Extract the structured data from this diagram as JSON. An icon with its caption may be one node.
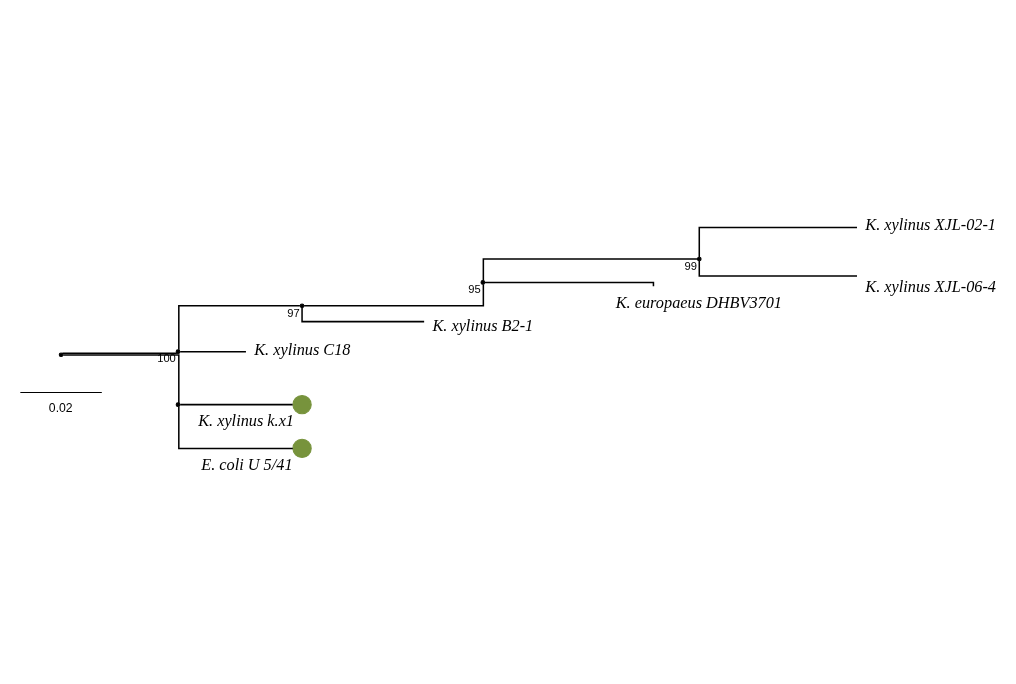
{
  "diagram": {
    "nodes": [
      {
        "text": [],
        "shape": "point"
      },
      {
        "text": [],
        "shape": "point",
        "beside": [
          "100"
        ]
      },
      {
        "text": [],
        "shape": "point",
        "beside": [
          "97"
        ]
      },
      {
        "text": [],
        "shape": "point",
        "beside": [
          "95"
        ]
      },
      {
        "text": [],
        "shape": "point",
        "beside": [
          "99"
        ]
      },
      {
        "text": [
          "K. xylinus XJL-02-1"
        ]
      },
      {
        "text": [
          "K. xylinus XJL-06-4"
        ]
      },
      {
        "text": [
          "K. europaeus DHBV3701"
        ]
      },
      {
        "text": [
          "K. xylinus B2-1"
        ]
      },
      {
        "text": [
          "K. xylinus C18"
        ]
      },
      {
        "text": [],
        "shape": "point"
      },
      {
        "text": [],
        "shape": "circle",
        "beside": [
          "K. xylinus k.x1"
        ]
      },
      {
        "text": [],
        "shape": "circle",
        "beside": [
          "E. coli U 5/41"
        ]
      }
    ],
    "edges": [
      {
        "from": 0,
        "to": 1,
        "arrow": "none"
      },
      {
        "from": 1,
        "to": 2,
        "arrow": "none"
      },
      {
        "from": 2,
        "to": 3,
        "arrow": "none"
      },
      {
        "from": 3,
        "to": 4,
        "arrow": "none"
      },
      {
        "from": 4,
        "to": 5,
        "arrow": "none"
      },
      {
        "from": 4,
        "to": 6,
        "arrow": "none"
      },
      {
        "from": 3,
        "to": 7,
        "arrow": "none"
      },
      {
        "from": 2,
        "to": 8,
        "arrow": "none"
      },
      {
        "from": 1,
        "to": 9,
        "arrow": "none"
      },
      {
        "from": 0,
        "to": 10,
        "arrow": "none"
      },
      {
        "from": 10,
        "to": 11,
        "arrow": "none"
      },
      {
        "from": 10,
        "to": 12,
        "arrow": "none"
      }
    ],
    "labels": [
      "0.02"
    ]
  }
}
